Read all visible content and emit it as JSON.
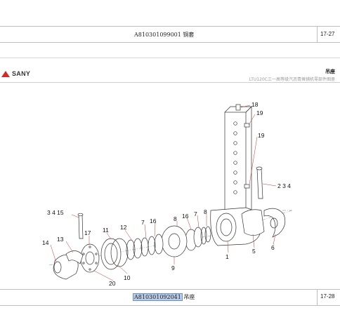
{
  "top_strip": {
    "part_no": "A810301099001",
    "part_name": "铜套",
    "page": "17-27"
  },
  "header": {
    "brand": "SANY",
    "section_title": "吊座",
    "section_subtitle": "LTU120C三一高等级汽沥青摊铺机零部件图册"
  },
  "diagram": {
    "callouts": [
      "18",
      "19",
      "19",
      "2 3 4",
      "3 4 15",
      "13",
      "14",
      "17",
      "11",
      "12",
      "7",
      "16",
      "8",
      "16",
      "7",
      "8",
      "1",
      "5",
      "6",
      "9",
      "10",
      "20"
    ]
  },
  "bottom_strip": {
    "part_no": "A810301092041",
    "part_name": "吊座",
    "page": "17-28"
  },
  "colors": {
    "brand_red": "#d3292c",
    "highlight": "#b8cde8",
    "rule": "#bdbdbd"
  }
}
